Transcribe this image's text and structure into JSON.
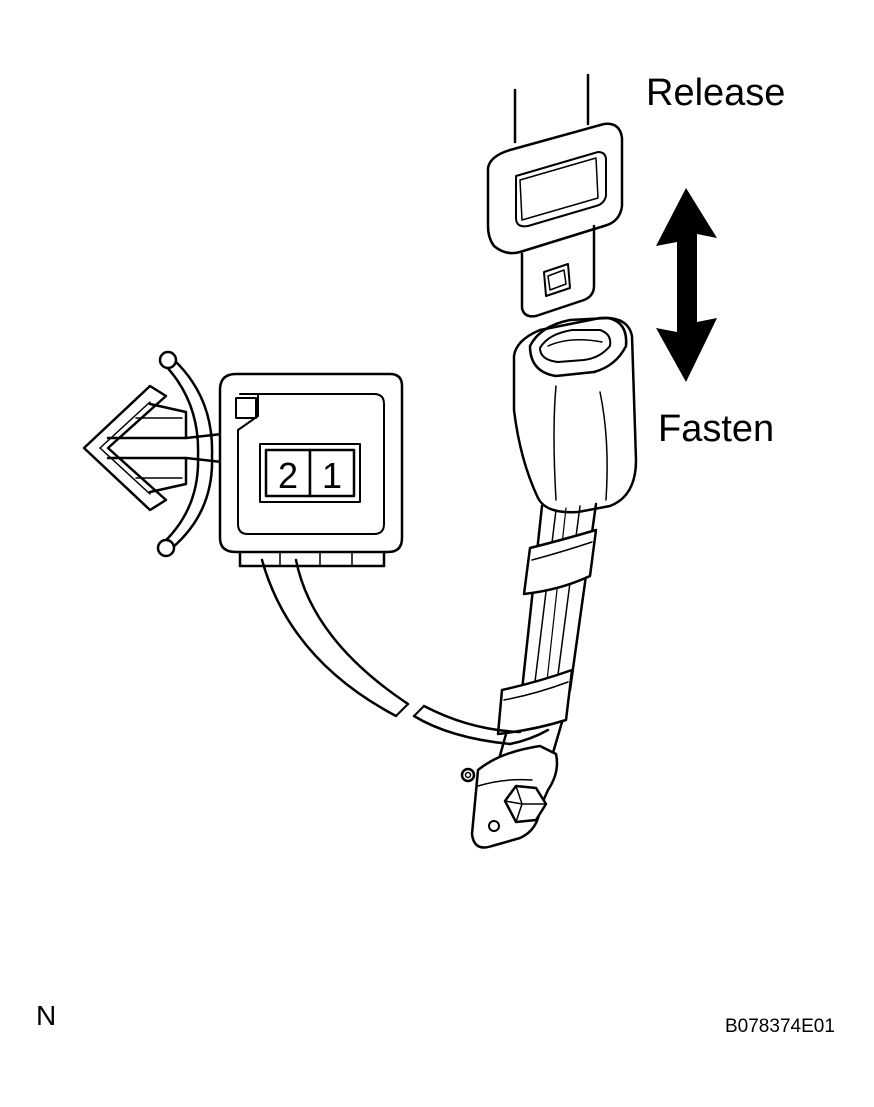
{
  "labels": {
    "release": "Release",
    "fasten": "Fasten",
    "corner_mark": "N",
    "figure_code": "B078374E01"
  },
  "connector": {
    "pin_left": "2",
    "pin_right": "1"
  },
  "colors": {
    "line": "#000000",
    "background": "#ffffff"
  }
}
